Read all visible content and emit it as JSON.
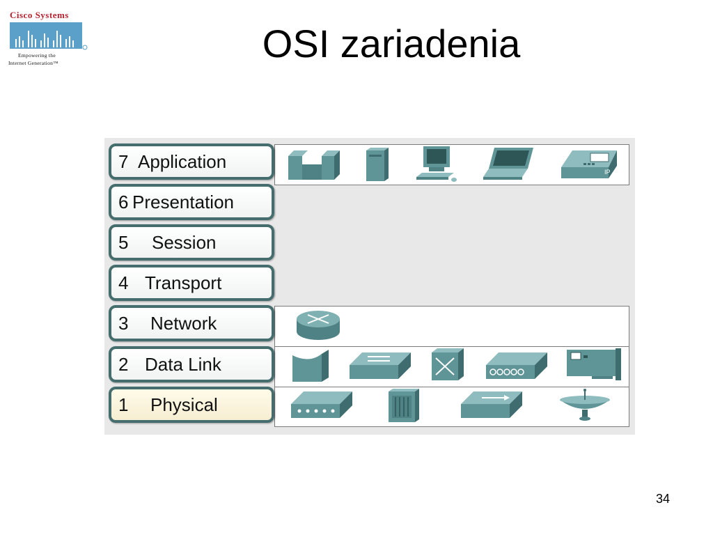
{
  "logo": {
    "wordmark": "Cisco Systems",
    "tagline_1": "Empowering the",
    "tagline_2": "Internet Generation™",
    "color": "#b8232f"
  },
  "slide": {
    "title": "OSI zariadenia",
    "page_number": "34"
  },
  "layers": [
    {
      "number": "7",
      "name": "Application"
    },
    {
      "number": "6",
      "name": "Presentation"
    },
    {
      "number": "5",
      "name": "Session"
    },
    {
      "number": "4",
      "name": "Transport"
    },
    {
      "number": "3",
      "name": "Network"
    },
    {
      "number": "2",
      "name": "Data Link"
    },
    {
      "number": "1",
      "name": "Physical"
    }
  ],
  "devices": {
    "application": [
      "firewall-icon",
      "server-icon",
      "workstation-icon",
      "laptop-icon",
      "ip-phone-icon"
    ],
    "network": [
      "router-icon"
    ],
    "data_link": [
      "bridge-icon",
      "switch-icon",
      "atm-switch-icon",
      "token-ring-icon",
      "network-card-icon"
    ],
    "physical": [
      "hub-icon",
      "patch-panel-icon",
      "repeater-icon",
      "satellite-dish-icon"
    ],
    "ip_phone_label": "IP"
  },
  "colors": {
    "device_teal": "#5f9597",
    "layer_border": "#466d6e",
    "physical_fill": "#fffbe9"
  }
}
